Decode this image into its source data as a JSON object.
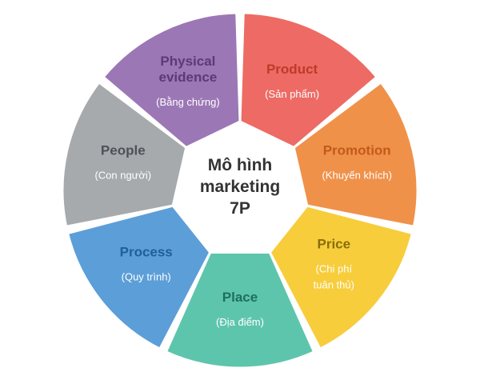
{
  "center": {
    "line1": "Mô hình",
    "line2": "marketing",
    "line3": "7P"
  },
  "segments": [
    {
      "id": "product",
      "title": "Product",
      "title2": "",
      "sub": "(Sản phẩm)",
      "sub2": "",
      "color": "#ed6b64",
      "text_color": "#c0392b",
      "sub_color": "#ffffff"
    },
    {
      "id": "promotion",
      "title": "Promotion",
      "title2": "",
      "sub": "(Khuyến khích)",
      "sub2": "",
      "color": "#f0914a",
      "text_color": "#c25a1a",
      "sub_color": "#ffffff"
    },
    {
      "id": "price",
      "title": "Price",
      "title2": "",
      "sub": "(Chi phí",
      "sub2": "tuân thủ)",
      "color": "#f7cd3b",
      "text_color": "#8a6d0c",
      "sub_color": "#ffffff"
    },
    {
      "id": "place",
      "title": "Place",
      "title2": "",
      "sub": "(Địa điểm)",
      "sub2": "",
      "color": "#5ec5ad",
      "text_color": "#1f6f5e",
      "sub_color": "#ffffff"
    },
    {
      "id": "process",
      "title": "Process",
      "title2": "",
      "sub": "(Quy trình)",
      "sub2": "",
      "color": "#5c9ed8",
      "text_color": "#1f5f9a",
      "sub_color": "#ffffff"
    },
    {
      "id": "people",
      "title": "People",
      "title2": "",
      "sub": "(Con người)",
      "sub2": "",
      "color": "#a6aaad",
      "text_color": "#4d5256",
      "sub_color": "#ffffff"
    },
    {
      "id": "physical",
      "title": "Physical",
      "title2": "evidence",
      "sub": "(Bằng chứng)",
      "sub2": "",
      "color": "#9c77b5",
      "text_color": "#5c3a7a",
      "sub_color": "#ffffff"
    }
  ]
}
